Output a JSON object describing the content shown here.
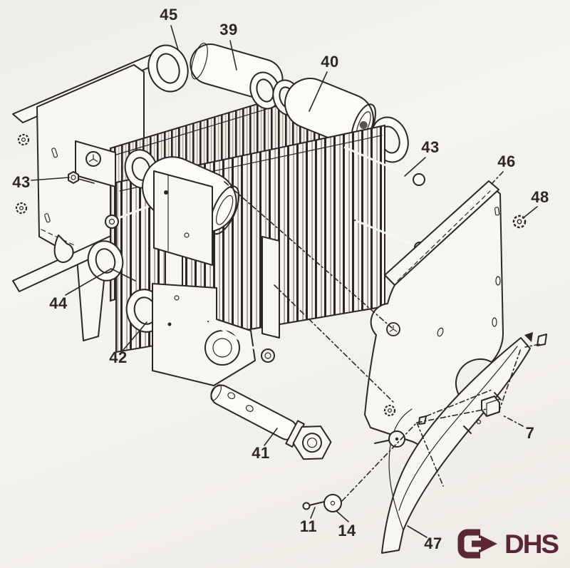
{
  "callouts": {
    "c45": {
      "text": "45"
    },
    "c39": {
      "text": "39"
    },
    "c40": {
      "text": "40"
    },
    "c43_right": {
      "text": "43"
    },
    "c46": {
      "text": "46"
    },
    "c48": {
      "text": "48"
    },
    "c43_left": {
      "text": "43"
    },
    "c44": {
      "text": "44"
    },
    "c42": {
      "text": "42"
    },
    "c41": {
      "text": "41"
    },
    "c11": {
      "text": "11"
    },
    "c14": {
      "text": "14"
    },
    "c47": {
      "text": "47"
    },
    "c7": {
      "text": "7"
    }
  },
  "logo": {
    "text": "DHS",
    "arrow_icon": "arrow-right-icon",
    "color": "#5c2734"
  },
  "colors": {
    "ink": "#2b2824",
    "paper": "#f2f0eb",
    "logo": "#5c2734"
  }
}
